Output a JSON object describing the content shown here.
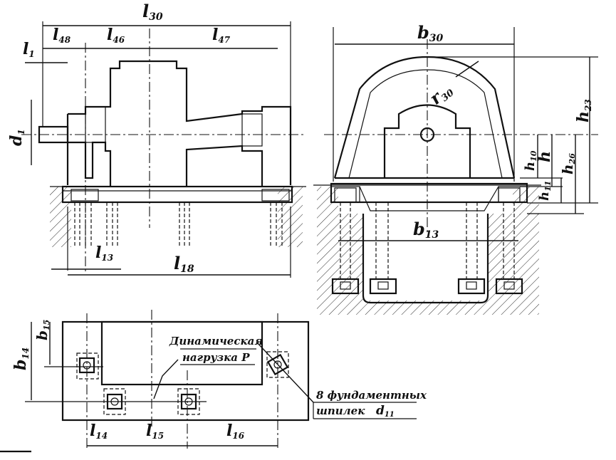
{
  "labels": {
    "l30": [
      "l",
      "30"
    ],
    "l48": [
      "l",
      "48"
    ],
    "l46": [
      "l",
      "46"
    ],
    "l47": [
      "l",
      "47"
    ],
    "l1": [
      "l",
      "1"
    ],
    "d1": [
      "d",
      "1"
    ],
    "l13": [
      "l",
      "13"
    ],
    "l18": [
      "l",
      "18"
    ],
    "b30": [
      "b",
      "30"
    ],
    "r30": [
      "r",
      "30"
    ],
    "h23": [
      "h",
      "23"
    ],
    "h10": [
      "h",
      "10"
    ],
    "h": [
      "h",
      ""
    ],
    "h26": [
      "h",
      "26"
    ],
    "h11": [
      "h",
      "11"
    ],
    "b13": [
      "b",
      "13"
    ],
    "b15": [
      "b",
      "15"
    ],
    "b14": [
      "b",
      "14"
    ],
    "l14": [
      "l",
      "14"
    ],
    "l15": [
      "l",
      "15"
    ],
    "l16": [
      "l",
      "16"
    ]
  },
  "notes": {
    "dynamic_load_line1": "Динамическая",
    "dynamic_load_line2": "нагрузка  P",
    "bolts_line1": "8 фундаментных",
    "bolts_line2": "шпилек",
    "bolts_diameter": [
      "d",
      "11"
    ]
  }
}
